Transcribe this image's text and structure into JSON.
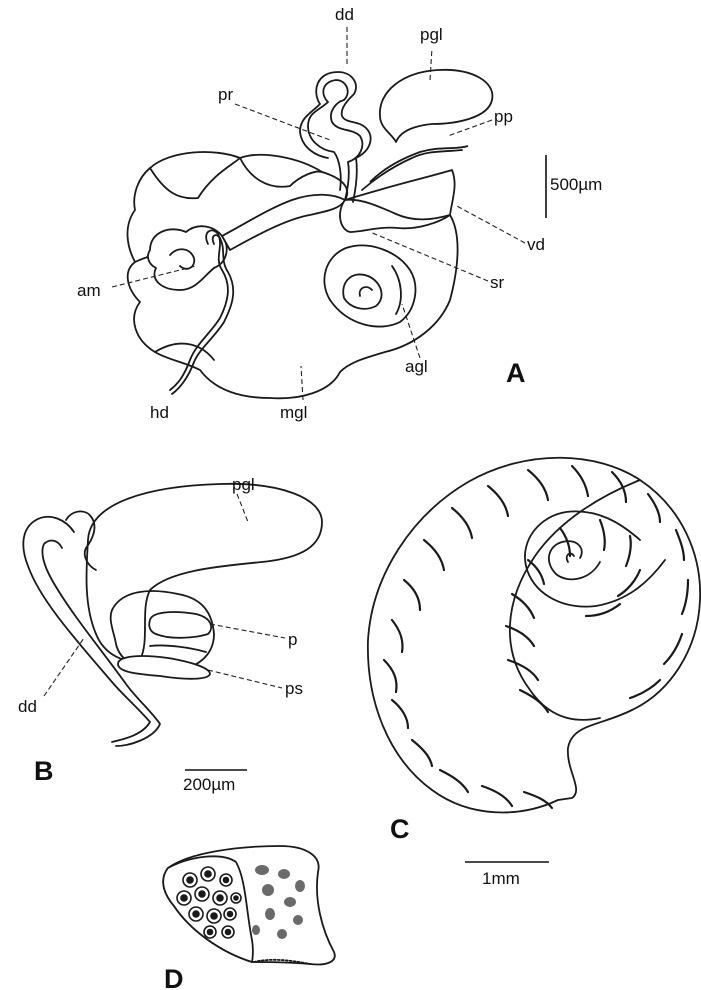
{
  "panels": {
    "A": {
      "letter": "A",
      "scale_label": "500µm",
      "labels": {
        "dd": "dd",
        "pgl": "pgl",
        "pr": "pr",
        "pp": "pp",
        "vd": "vd",
        "sr": "sr",
        "am": "am",
        "agl": "agl",
        "hd": "hd",
        "mgl": "mgl"
      }
    },
    "B": {
      "letter": "B",
      "scale_label": "200µm",
      "labels": {
        "pgl": "pgl",
        "p": "p",
        "ps": "ps",
        "dd": "dd"
      }
    },
    "C": {
      "letter": "C",
      "scale_label": "1mm"
    },
    "D": {
      "letter": "D"
    }
  },
  "colors": {
    "ink": "#1a1a1a",
    "stipple": "#9a9a9a",
    "paper": "#ffffff"
  }
}
